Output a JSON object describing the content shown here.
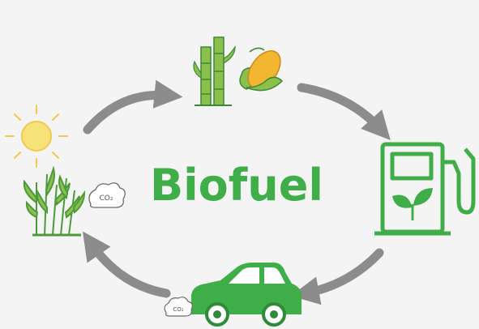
{
  "title": "Biofuel",
  "co2_left": "CO₂",
  "co2_bottom": "CO₂",
  "colors": {
    "green": "#3fae49",
    "dark_green": "#2e8b3a",
    "arrow_gray": "#8c8c8c",
    "sun": "#f7e27a",
    "corn": "#f2b630"
  }
}
